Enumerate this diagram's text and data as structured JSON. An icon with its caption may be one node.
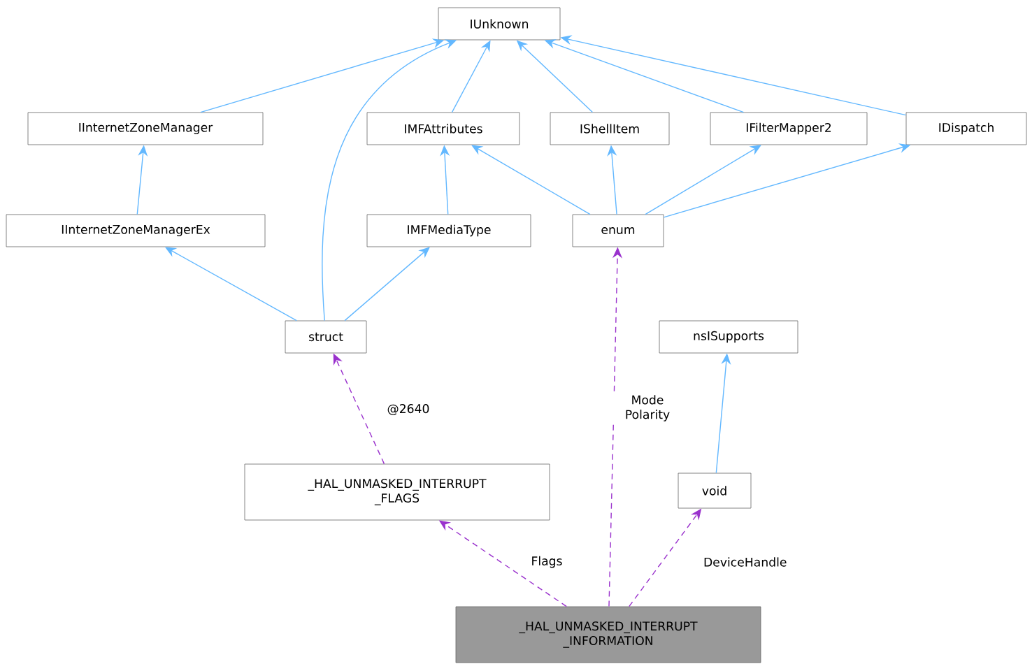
{
  "diagram": {
    "nodes": [
      {
        "text": [
          "IUnknown"
        ]
      },
      {
        "text": [
          "IInternetZoneManager"
        ]
      },
      {
        "text": [
          "IMFAttributes"
        ]
      },
      {
        "text": [
          "IShellItem"
        ]
      },
      {
        "text": [
          "IFilterMapper2"
        ]
      },
      {
        "text": [
          "IDispatch"
        ]
      },
      {
        "text": [
          "IInternetZoneManagerEx"
        ]
      },
      {
        "text": [
          "IMFMediaType"
        ]
      },
      {
        "text": [
          "enum"
        ]
      },
      {
        "text": [
          "struct"
        ]
      },
      {
        "text": [
          "nsISupports"
        ]
      },
      {
        "text": [
          "_HAL_UNMASKED_INTERRUPT _FLAGS"
        ]
      },
      {
        "text": [
          "void"
        ]
      },
      {
        "text": [
          "_HAL_UNMASKED_INTERRUPT _INFORMATION"
        ]
      }
    ],
    "edges": [
      {
        "from": 1,
        "to": 0,
        "arrow": "to"
      },
      {
        "from": 9,
        "to": 0,
        "arrow": "to"
      },
      {
        "from": 2,
        "to": 0,
        "arrow": "to"
      },
      {
        "from": 3,
        "to": 0,
        "arrow": "to"
      },
      {
        "from": 4,
        "to": 0,
        "arrow": "to"
      },
      {
        "from": 5,
        "to": 0,
        "arrow": "to"
      },
      {
        "from": 6,
        "to": 1,
        "arrow": "to"
      },
      {
        "from": 7,
        "to": 2,
        "arrow": "to"
      },
      {
        "from": 8,
        "to": 2,
        "arrow": "to"
      },
      {
        "from": 8,
        "to": 3,
        "arrow": "to"
      },
      {
        "from": 8,
        "to": 4,
        "arrow": "to"
      },
      {
        "from": 8,
        "to": 5,
        "arrow": "to"
      },
      {
        "from": 9,
        "to": 6,
        "arrow": "to"
      },
      {
        "from": 9,
        "to": 7,
        "arrow": "to"
      },
      {
        "from": 12,
        "to": 10,
        "arrow": "to"
      },
      {
        "from": 11,
        "to": 9,
        "arrow": "to",
        "label": "@2640",
        "style": "dashed",
        "color": "#9a32cd"
      },
      {
        "from": 13,
        "to": 11,
        "arrow": "to",
        "label": "Flags",
        "style": "dashed",
        "color": "#9a32cd"
      },
      {
        "from": 13,
        "to": 8,
        "arrow": "to",
        "label": "Mode Polarity",
        "style": "dashed",
        "color": "#9a32cd"
      },
      {
        "from": 13,
        "to": 12,
        "arrow": "to",
        "label": "DeviceHandle",
        "style": "dashed",
        "color": "#9a32cd"
      }
    ]
  }
}
